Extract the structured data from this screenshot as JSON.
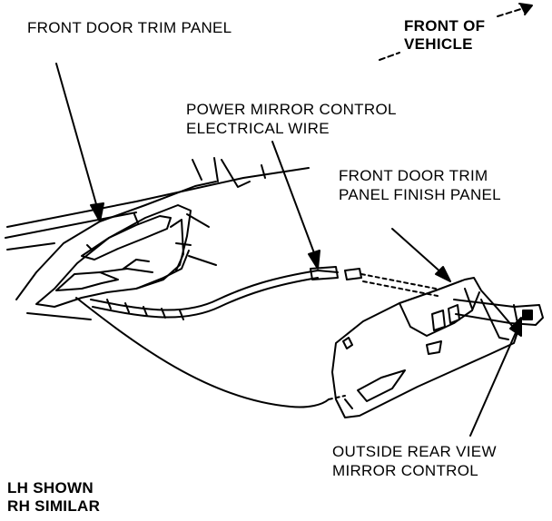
{
  "labels": {
    "front_door_trim_panel": "FRONT DOOR TRIM PANEL",
    "front_of_vehicle": [
      "FRONT OF",
      "VEHICLE"
    ],
    "power_mirror_wire": [
      "POWER MIRROR CONTROL",
      "ELECTRICAL WIRE"
    ],
    "finish_panel": [
      "FRONT DOOR TRIM",
      "PANEL FINISH PANEL"
    ],
    "mirror_control": [
      "OUTSIDE REAR VIEW",
      "MIRROR CONTROL"
    ],
    "shown_note": [
      "LH SHOWN",
      "RH SIMILAR"
    ]
  },
  "colors": {
    "ink": "#000000",
    "paper": "#ffffff"
  }
}
